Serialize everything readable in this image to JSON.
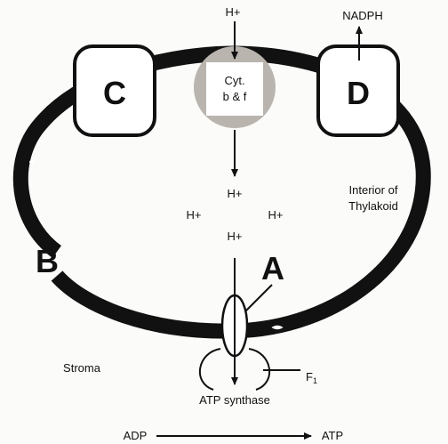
{
  "labels": {
    "h_top": "H+",
    "nadph": "NADPH",
    "cyt_line1": "Cyt.",
    "cyt_line2": "b & f",
    "c": "C",
    "d": "D",
    "b": "B",
    "a": "A",
    "h_mid_top": "H+",
    "h_left": "H+",
    "h_right": "H+",
    "h_bottom": "H+",
    "interior_line1": "Interior of",
    "interior_line2": "Thylakoid",
    "stroma": "Stroma",
    "f1": "F",
    "f1_sub": "1",
    "atp_synthase": "ATP synthase",
    "adp": "ADP",
    "atp": "ATP"
  },
  "colors": {
    "ink": "#111111",
    "background": "#fbfbf9",
    "cyt_circle": "#b9b4ae"
  }
}
